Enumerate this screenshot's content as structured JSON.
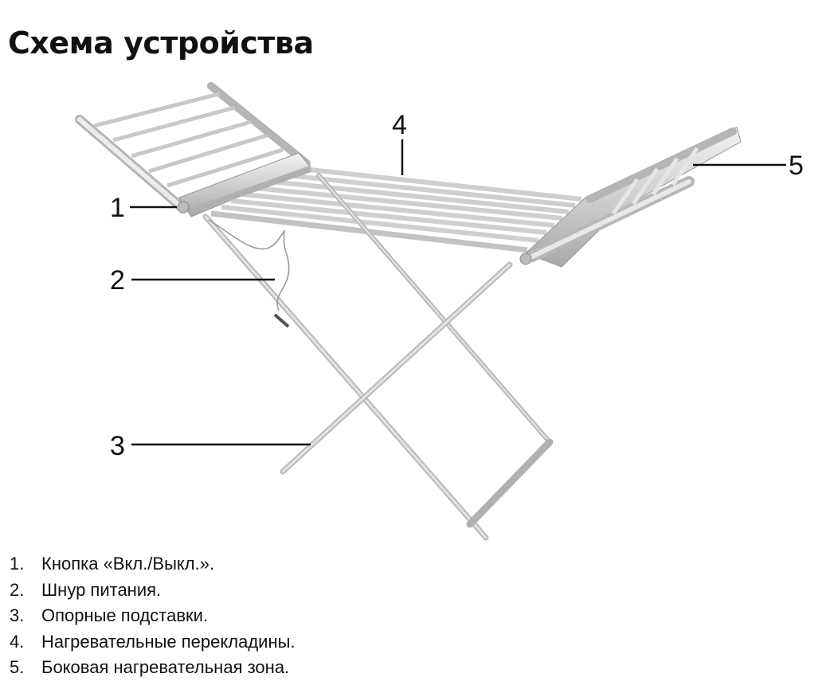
{
  "title": "Схема устройства",
  "callouts": [
    {
      "label": "1"
    },
    {
      "label": "2"
    },
    {
      "label": "3"
    },
    {
      "label": "4"
    },
    {
      "label": "5"
    }
  ],
  "legend": [
    {
      "num": "1.",
      "text": "Кнопка «Вкл./Выкл.»."
    },
    {
      "num": "2.",
      "text": "Шнур питания."
    },
    {
      "num": "3.",
      "text": "Опорные подставки."
    },
    {
      "num": "4.",
      "text": "Нагревательные перекладины."
    },
    {
      "num": "5.",
      "text": "Боковая нагревательная зона."
    }
  ],
  "colors": {
    "frame": "#c9c9c9",
    "frame_dark": "#9a9a9a",
    "rail": "#dcdcdc",
    "line": "#111111"
  }
}
